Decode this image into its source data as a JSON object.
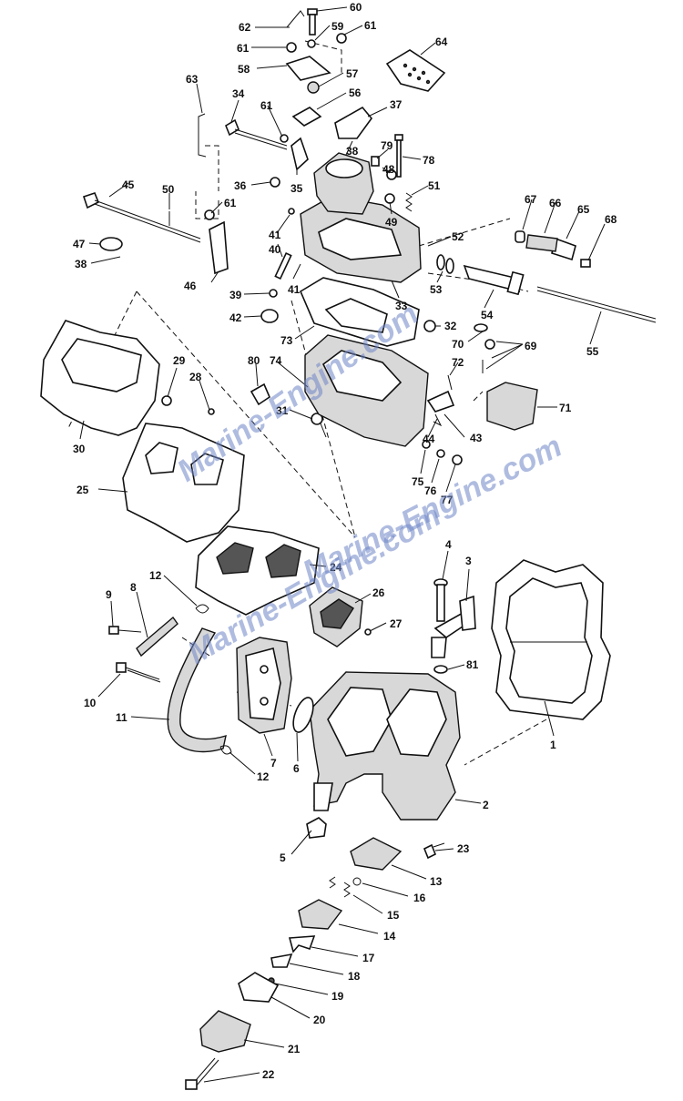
{
  "watermarks": [
    "Marine-Engine.com",
    "Marine-Engine.com",
    "Marine-Engine.com"
  ],
  "callouts": [
    {
      "n": "1"
    },
    {
      "n": "2"
    },
    {
      "n": "3"
    },
    {
      "n": "4"
    },
    {
      "n": "5"
    },
    {
      "n": "6"
    },
    {
      "n": "7"
    },
    {
      "n": "8"
    },
    {
      "n": "9"
    },
    {
      "n": "10"
    },
    {
      "n": "11"
    },
    {
      "n": "12"
    },
    {
      "n": "12"
    },
    {
      "n": "13"
    },
    {
      "n": "14"
    },
    {
      "n": "15"
    },
    {
      "n": "16"
    },
    {
      "n": "17"
    },
    {
      "n": "18"
    },
    {
      "n": "19"
    },
    {
      "n": "20"
    },
    {
      "n": "21"
    },
    {
      "n": "22"
    },
    {
      "n": "23"
    },
    {
      "n": "24"
    },
    {
      "n": "25"
    },
    {
      "n": "26"
    },
    {
      "n": "27"
    },
    {
      "n": "28"
    },
    {
      "n": "29"
    },
    {
      "n": "30"
    },
    {
      "n": "31"
    },
    {
      "n": "32"
    },
    {
      "n": "33"
    },
    {
      "n": "34"
    },
    {
      "n": "35"
    },
    {
      "n": "36"
    },
    {
      "n": "37"
    },
    {
      "n": "38"
    },
    {
      "n": "38"
    },
    {
      "n": "39"
    },
    {
      "n": "40"
    },
    {
      "n": "41"
    },
    {
      "n": "41"
    },
    {
      "n": "42"
    },
    {
      "n": "43"
    },
    {
      "n": "44"
    },
    {
      "n": "45"
    },
    {
      "n": "46"
    },
    {
      "n": "47"
    },
    {
      "n": "48"
    },
    {
      "n": "49"
    },
    {
      "n": "50"
    },
    {
      "n": "51"
    },
    {
      "n": "52"
    },
    {
      "n": "53"
    },
    {
      "n": "54"
    },
    {
      "n": "55"
    },
    {
      "n": "56"
    },
    {
      "n": "57"
    },
    {
      "n": "58"
    },
    {
      "n": "59"
    },
    {
      "n": "60"
    },
    {
      "n": "61"
    },
    {
      "n": "61"
    },
    {
      "n": "61"
    },
    {
      "n": "61"
    },
    {
      "n": "62"
    },
    {
      "n": "63"
    },
    {
      "n": "64"
    },
    {
      "n": "65"
    },
    {
      "n": "66"
    },
    {
      "n": "67"
    },
    {
      "n": "68"
    },
    {
      "n": "69"
    },
    {
      "n": "70"
    },
    {
      "n": "71"
    },
    {
      "n": "72"
    },
    {
      "n": "73"
    },
    {
      "n": "74"
    },
    {
      "n": "75"
    },
    {
      "n": "76"
    },
    {
      "n": "77"
    },
    {
      "n": "78"
    },
    {
      "n": "79"
    },
    {
      "n": "80"
    },
    {
      "n": "81"
    }
  ]
}
